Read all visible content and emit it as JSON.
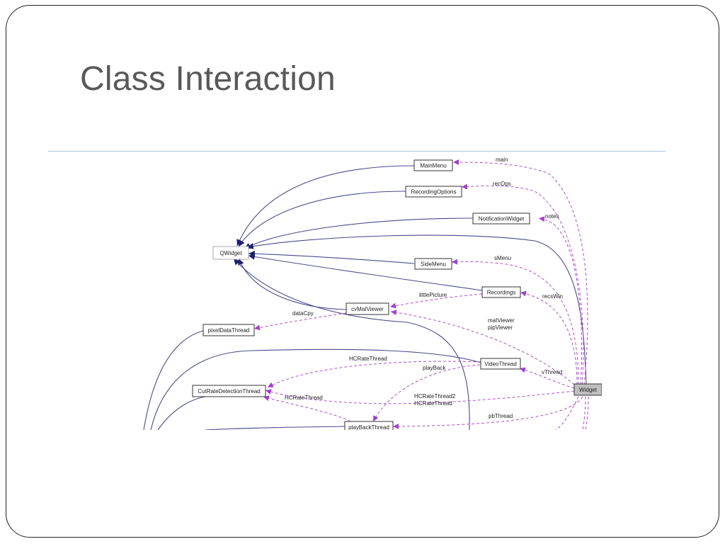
{
  "slide": {
    "title": "Class Interaction"
  },
  "diagram": {
    "nodes": [
      {
        "id": "QWidget",
        "label": "QWidget"
      },
      {
        "id": "MainMenu",
        "label": "MainMenu"
      },
      {
        "id": "RecordingOptions",
        "label": "RecordingOptions"
      },
      {
        "id": "NotificationWidget",
        "label": "NotificationWidget"
      },
      {
        "id": "SideMenu",
        "label": "SideMenu"
      },
      {
        "id": "Recordings",
        "label": "Recordings"
      },
      {
        "id": "cvMatViewer",
        "label": "cvMatViewer"
      },
      {
        "id": "pixelDataThread",
        "label": "pixelDataThread"
      },
      {
        "id": "VideoThread",
        "label": "VideoThread"
      },
      {
        "id": "CutRateDetectionThread",
        "label": "CutRateDetectionThread"
      },
      {
        "id": "playBackThread",
        "label": "playBackThread"
      },
      {
        "id": "Widget",
        "label": "Widget"
      }
    ],
    "edge_labels": {
      "main": "main",
      "recOps": "recOps",
      "notes": "notes",
      "sMenu": "sMenu",
      "littlePicture": "littlePicture",
      "recsWin": "recsWin",
      "dataCpy": "dataCpy",
      "matViewer": "matViewer",
      "pipViewer": "pipViewer",
      "HCRateThread_top": "HCRateThread",
      "playBack": "playBack",
      "vThread": "vThread",
      "HCRateThread2": "HCRateThread2",
      "HCRateThread_mid": "HCRateThread",
      "HCRateThread_low": "HCRateThread",
      "pbThread": "pbThread"
    }
  }
}
